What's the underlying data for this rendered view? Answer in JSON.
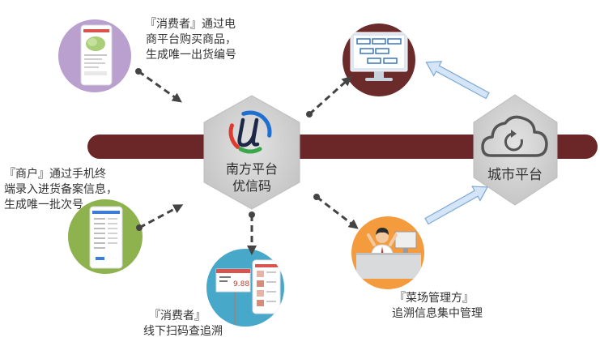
{
  "nodes": {
    "online_consumer": {
      "text": [
        "『消费者』通过电",
        "商平台购买商品，",
        "生成唯一出货编号"
      ]
    },
    "merchant": {
      "text": [
        "『商户』通过手机终",
        "端录入进货备案信息，",
        "生成唯一批次号"
      ]
    },
    "nanfang_platform": {
      "text": [
        "南方平台",
        "优信码"
      ]
    },
    "city_platform": {
      "text": "城市平台"
    },
    "offline_consumer": {
      "text": [
        "『消费者』",
        "线下扫码查追溯"
      ]
    },
    "market_manager": {
      "text": [
        "『菜场管理方』",
        "追溯信息集中管理"
      ]
    }
  },
  "illustrations": {
    "price_tag": "9.88",
    "icons": [
      "phone-icon",
      "monitor-icon",
      "cloud-sync-icon",
      "person-at-desk-icon",
      "price-sign-icon",
      "nanfang-logo"
    ]
  },
  "colors": {
    "pipe": "#6b2627",
    "purple": "#b9a0cf",
    "green": "#8db24e",
    "blue": "#47a8c9",
    "orange": "#f39b3d",
    "maroon": "#6c2b2b",
    "hexagon": "#d6d6d6",
    "dashed_arrow": "#444444",
    "light_arrow": "#d3e5f7"
  }
}
